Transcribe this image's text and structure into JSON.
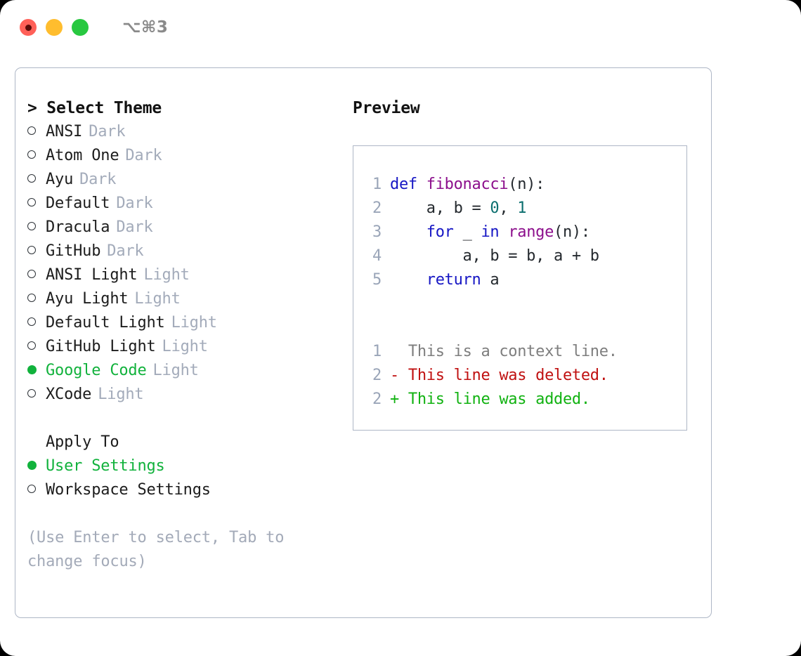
{
  "titlebar": {
    "traffic_lights": [
      "close-red",
      "minimize-yellow",
      "maximize-green"
    ],
    "shortcut": "⌥⌘3"
  },
  "left": {
    "heading": "> Select Theme",
    "themes": [
      {
        "name": "ANSI",
        "tag": "Dark",
        "selected": false
      },
      {
        "name": "Atom One",
        "tag": "Dark",
        "selected": false
      },
      {
        "name": "Ayu",
        "tag": "Dark",
        "selected": false
      },
      {
        "name": "Default",
        "tag": "Dark",
        "selected": false
      },
      {
        "name": "Dracula",
        "tag": "Dark",
        "selected": false
      },
      {
        "name": "GitHub",
        "tag": "Dark",
        "selected": false
      },
      {
        "name": "ANSI Light",
        "tag": "Light",
        "selected": false
      },
      {
        "name": "Ayu Light",
        "tag": "Light",
        "selected": false
      },
      {
        "name": "Default Light",
        "tag": "Light",
        "selected": false
      },
      {
        "name": "GitHub Light",
        "tag": "Light",
        "selected": false
      },
      {
        "name": "Google Code",
        "tag": "Light",
        "selected": true
      },
      {
        "name": "XCode",
        "tag": "Light",
        "selected": false
      }
    ],
    "apply_to_label": "Apply To",
    "apply_to_options": [
      {
        "name": "User Settings",
        "selected": true
      },
      {
        "name": "Workspace Settings",
        "selected": false
      }
    ],
    "hint": "(Use Enter to select, Tab to change focus)"
  },
  "right": {
    "preview_title": "Preview",
    "code_lines": [
      {
        "num": "1",
        "tokens": [
          {
            "t": "def ",
            "c": "kw"
          },
          {
            "t": "fibonacci",
            "c": "fn"
          },
          {
            "t": "(n):",
            "c": "pl"
          }
        ]
      },
      {
        "num": "2",
        "tokens": [
          {
            "t": "    a, b = ",
            "c": "pl"
          },
          {
            "t": "0",
            "c": "num"
          },
          {
            "t": ", ",
            "c": "pl"
          },
          {
            "t": "1",
            "c": "num"
          }
        ]
      },
      {
        "num": "3",
        "tokens": [
          {
            "t": "    ",
            "c": "pl"
          },
          {
            "t": "for",
            "c": "kw"
          },
          {
            "t": " _ ",
            "c": "pl"
          },
          {
            "t": "in",
            "c": "kw"
          },
          {
            "t": " ",
            "c": "pl"
          },
          {
            "t": "range",
            "c": "fn"
          },
          {
            "t": "(n):",
            "c": "pl"
          }
        ]
      },
      {
        "num": "4",
        "tokens": [
          {
            "t": "        a, b = b, a + b",
            "c": "pl"
          }
        ]
      },
      {
        "num": "5",
        "tokens": [
          {
            "t": "    ",
            "c": "pl"
          },
          {
            "t": "return",
            "c": "kw"
          },
          {
            "t": " a",
            "c": "pl"
          }
        ]
      }
    ],
    "diff_lines": [
      {
        "num": "1",
        "marker": " ",
        "text": "This is a context line.",
        "kind": "ctx"
      },
      {
        "num": "2",
        "marker": "-",
        "text": "This line was deleted.",
        "kind": "del"
      },
      {
        "num": "2",
        "marker": "+",
        "text": "This line was added.",
        "kind": "add"
      }
    ]
  },
  "colors": {
    "accent_green": "#11b23c",
    "muted": "#a3abba",
    "border": "#aeb7c6",
    "keyword": "#1616c4",
    "function": "#8c0f8c",
    "number": "#0b6e6e",
    "diff_add": "#11b211",
    "diff_del": "#c01111",
    "diff_ctx": "#7e7e7e",
    "linenum": "#9aa5b8"
  }
}
